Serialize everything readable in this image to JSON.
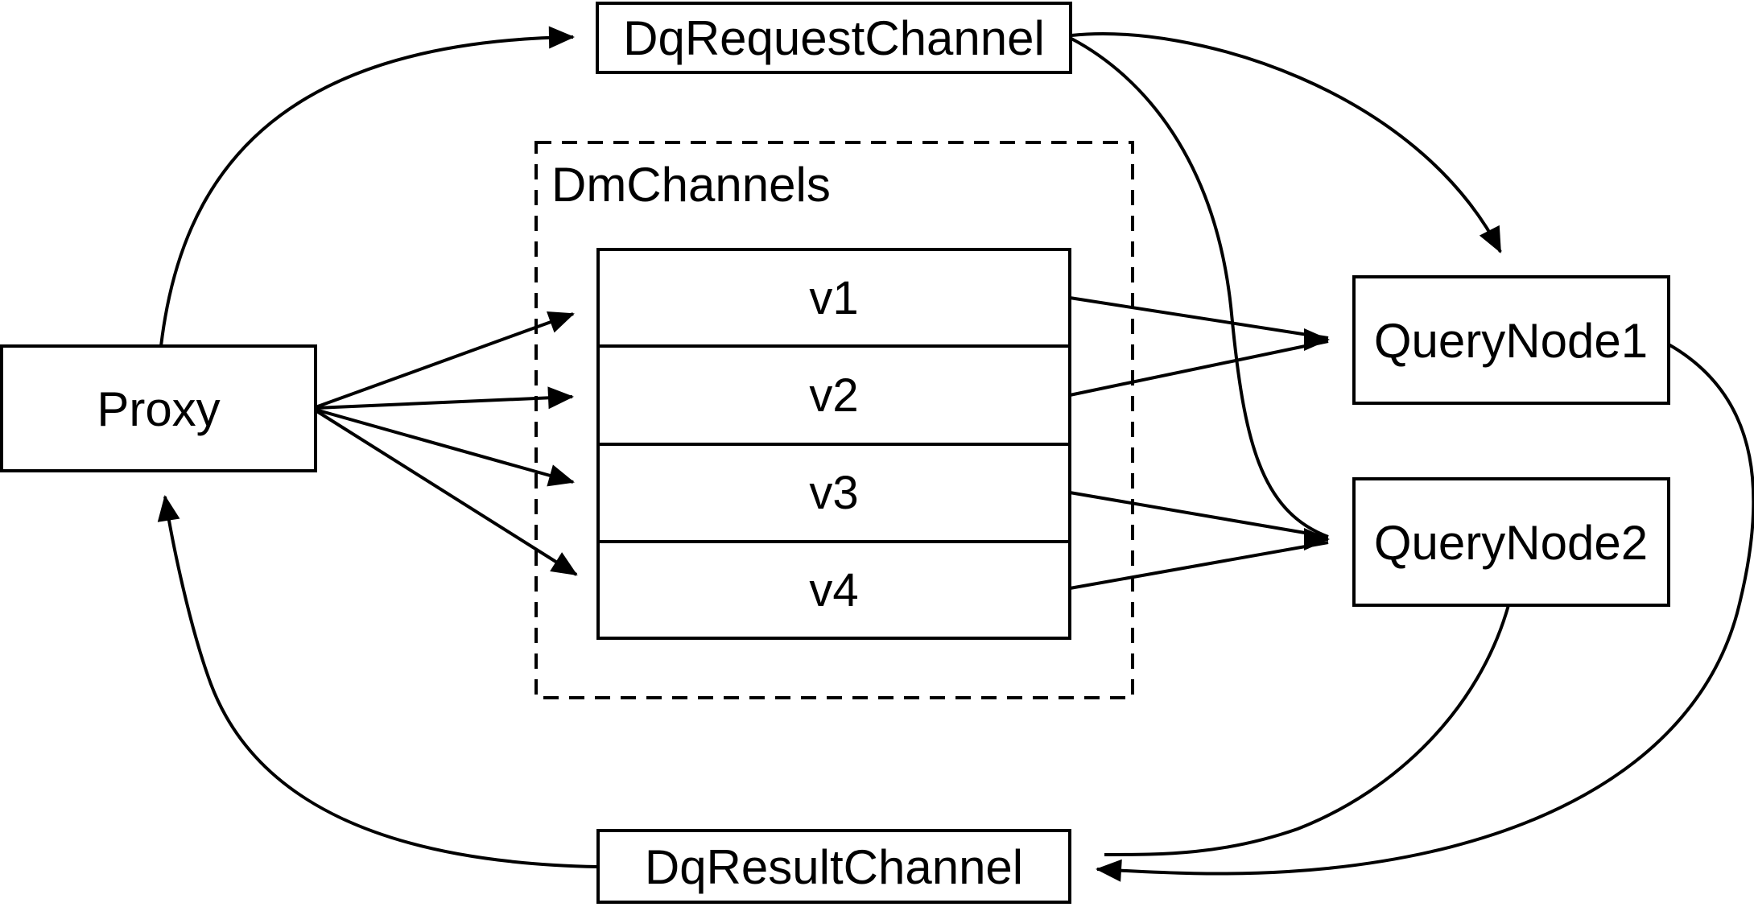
{
  "colors": {
    "stroke": "#000000",
    "background": "#ffffff",
    "text": "#000000"
  },
  "nodes": {
    "dq_request_channel": {
      "label": "DqRequestChannel"
    },
    "dm_channels": {
      "label": "DmChannels",
      "channels": [
        "v1",
        "v2",
        "v3",
        "v4"
      ]
    },
    "proxy": {
      "label": "Proxy"
    },
    "query_node_1": {
      "label": "QueryNode1"
    },
    "query_node_2": {
      "label": "QueryNode2"
    },
    "dq_result_channel": {
      "label": "DqResultChannel"
    }
  }
}
